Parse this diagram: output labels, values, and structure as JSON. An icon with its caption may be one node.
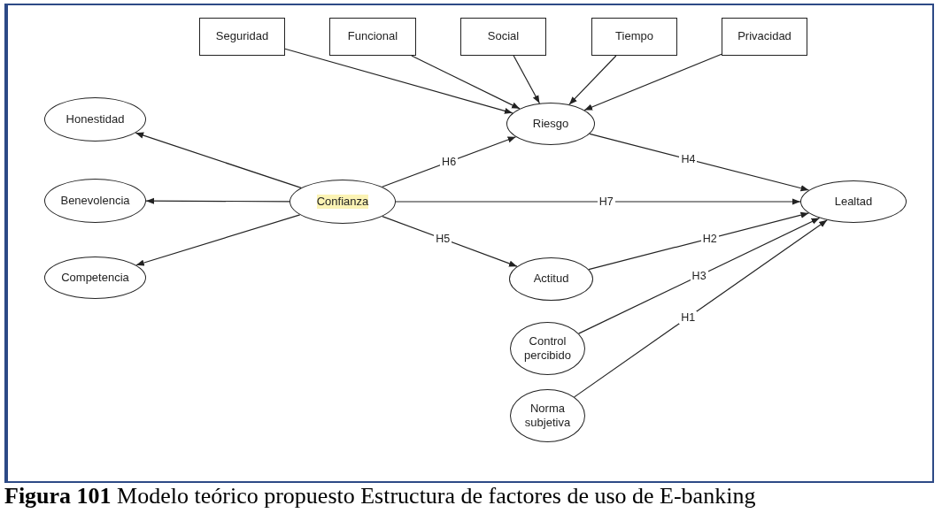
{
  "diagram": {
    "caption": "**Figura 101** Modelo teórico propuesto Estructura de factores de uso de E-banking",
    "nodes": [
      {
        "text": [
          "Seguridad"
        ]
      },
      {
        "text": [
          "Funcional"
        ]
      },
      {
        "text": [
          "Social"
        ]
      },
      {
        "text": [
          "Tiempo"
        ]
      },
      {
        "text": [
          "Privacidad"
        ]
      },
      {
        "text": [
          "Honestidad"
        ]
      },
      {
        "text": [
          "Riesgo"
        ]
      },
      {
        "text": [
          "Benevolencia"
        ]
      },
      {
        "text": [
          "Confianza"
        ]
      },
      {
        "text": [
          "Lealtad"
        ]
      },
      {
        "text": [
          "Competencia"
        ]
      },
      {
        "text": [
          "Actitud"
        ]
      },
      {
        "text": [
          "Control percibido"
        ]
      },
      {
        "text": [
          "Norma subjetiva"
        ]
      }
    ],
    "edges": [
      {
        "from": 0,
        "to": 6,
        "arrow": "to"
      },
      {
        "from": 1,
        "to": 6,
        "arrow": "to"
      },
      {
        "from": 2,
        "to": 6,
        "arrow": "to"
      },
      {
        "from": 3,
        "to": 6,
        "arrow": "to"
      },
      {
        "from": 4,
        "to": 6,
        "arrow": "to"
      },
      {
        "from": 8,
        "to": 5,
        "arrow": "to"
      },
      {
        "from": 8,
        "to": 7,
        "arrow": "to"
      },
      {
        "from": 8,
        "to": 10,
        "arrow": "to"
      },
      {
        "from": 8,
        "to": 6,
        "arrow": "to",
        "label": "H6"
      },
      {
        "from": 6,
        "to": 9,
        "arrow": "to",
        "label": "H4"
      },
      {
        "from": 8,
        "to": 9,
        "arrow": "to",
        "label": "H7"
      },
      {
        "from": 8,
        "to": 11,
        "arrow": "to",
        "label": "H5"
      },
      {
        "from": 11,
        "to": 9,
        "arrow": "to",
        "label": "H2"
      },
      {
        "from": 12,
        "to": 9,
        "arrow": "to",
        "label": "H3"
      },
      {
        "from": 13,
        "to": 9,
        "arrow": "to",
        "label": "H1"
      }
    ]
  }
}
